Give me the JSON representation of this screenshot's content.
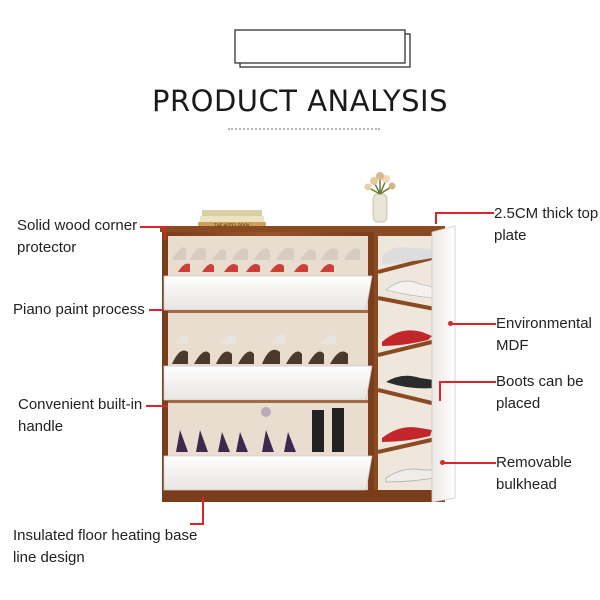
{
  "title": "PRODUCT ANALYSIS",
  "book_spine": "THE HOTEL BOOK",
  "labels": {
    "corner_protector": [
      "Solid wood corner",
      "protector"
    ],
    "piano_paint": [
      "Piano paint process"
    ],
    "handle": [
      "Convenient built-in",
      "handle"
    ],
    "floor_base": [
      "Insulated floor heating base",
      "line design"
    ],
    "top_plate": [
      "2.5CM thick top",
      "plate"
    ],
    "mdf": [
      "Environmental",
      "MDF"
    ],
    "boots": [
      "Boots can be",
      "placed"
    ],
    "bulkhead": [
      "Removable",
      "bulkhead"
    ]
  },
  "colors": {
    "accent_red": "#d9262c",
    "wood": "#8a4a22",
    "drawer_white": "#f4f2ef",
    "interior": "#e9ddd0"
  }
}
